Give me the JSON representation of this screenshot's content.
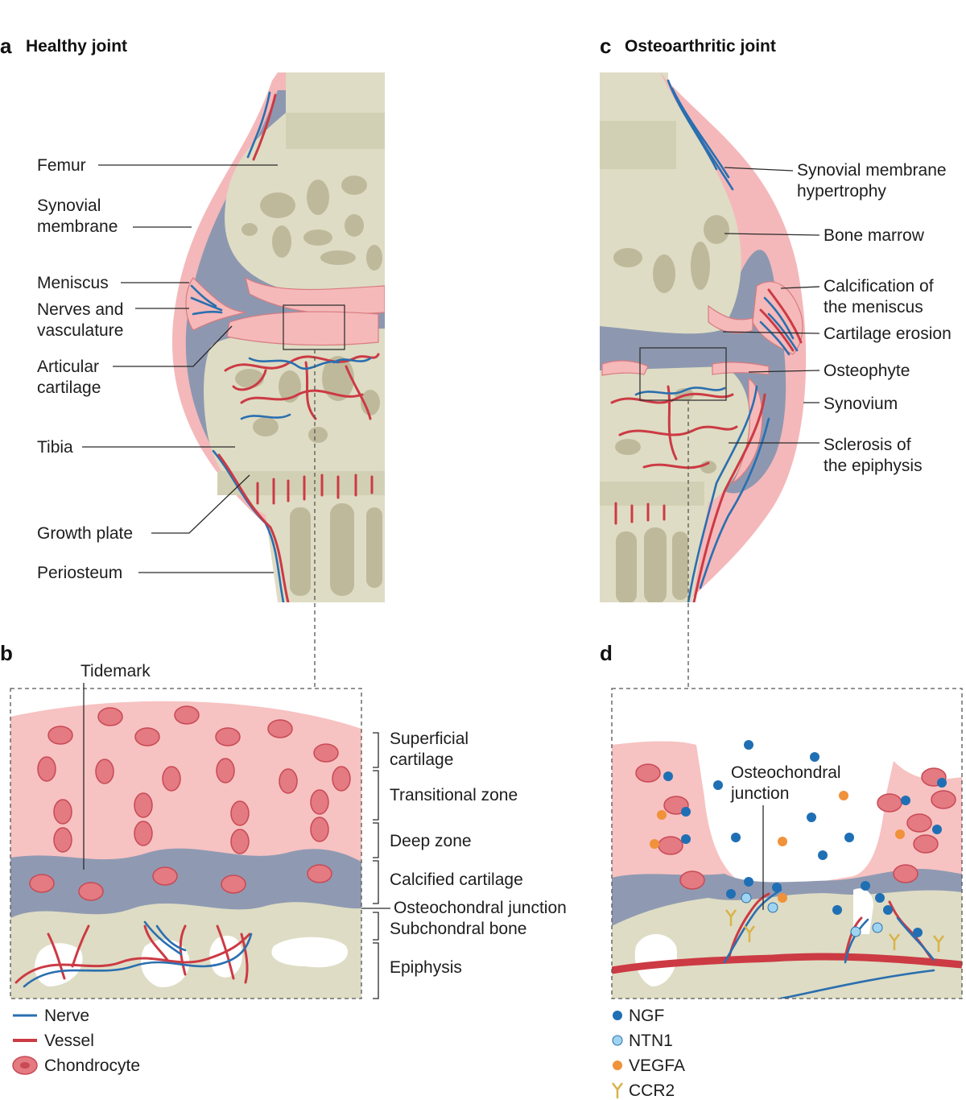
{
  "panels": {
    "a": {
      "letter": "a",
      "title": "Healthy joint"
    },
    "b": {
      "letter": "b"
    },
    "c": {
      "letter": "c",
      "title": "Osteoarthritic joint"
    },
    "d": {
      "letter": "d"
    }
  },
  "labels_a": {
    "femur": "Femur",
    "synovial_1": "Synovial",
    "synovial_2": "membrane",
    "meniscus": "Meniscus",
    "nerves_1": "Nerves and",
    "nerves_2": "vasculature",
    "articular_1": "Articular",
    "articular_2": "cartilage",
    "tibia": "Tibia",
    "growth_plate": "Growth plate",
    "periosteum": "Periosteum"
  },
  "labels_b": {
    "tidemark": "Tidemark",
    "superficial_1": "Superficial",
    "superficial_2": "cartilage",
    "transitional": "Transitional zone",
    "deep": "Deep zone",
    "calcified": "Calcified cartilage",
    "osteochondral": "Osteochondral junction",
    "subchondral": "Subchondral bone",
    "epiphysis": "Epiphysis"
  },
  "labels_c": {
    "hypertrophy_1": "Synovial membrane",
    "hypertrophy_2": "hypertrophy",
    "bone_marrow": "Bone marrow",
    "calcification_1": "Calcification of",
    "calcification_2": "the meniscus",
    "erosion": "Cartilage erosion",
    "osteophyte": "Osteophyte",
    "synovium": "Synovium",
    "sclerosis_1": "Sclerosis of",
    "sclerosis_2": "the epiphysis"
  },
  "labels_d": {
    "junction_1": "Osteochondral",
    "junction_2": "junction"
  },
  "legend_left": [
    {
      "label": "Nerve"
    },
    {
      "label": "Vessel"
    },
    {
      "label": "Chondrocyte"
    }
  ],
  "legend_right": [
    {
      "label": "NGF",
      "color": "#1f6fb5"
    },
    {
      "label": "NTN1",
      "color": "#9fd4f0"
    },
    {
      "label": "VEGFA",
      "color": "#f0923a"
    },
    {
      "label": "CCR2",
      "color": "#d9b24a"
    }
  ],
  "colors": {
    "bone": "#dedcc4",
    "cartilage": "#f5b9b9",
    "calcified": "#8d98b0",
    "vessel": "#cc3a44",
    "nerve": "#2a6fb0"
  }
}
